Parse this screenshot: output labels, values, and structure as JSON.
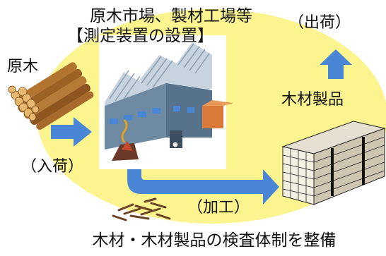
{
  "labels": {
    "title_line1": "原木市場、製材工場等",
    "title_line2": "【測定装置の設置】",
    "shipping": "（出荷）",
    "logs": "原木",
    "products": "木材製品",
    "arrival": "（入荷）",
    "processing": "（加工）",
    "bottom_caption": "木材・木材製品の検査体制を整備"
  },
  "icons": {
    "logs_pile": "log-pile-icon",
    "factory": "factory-building-icon",
    "lumber_stack": "lumber-stack-icon",
    "wood_chips": "wood-chips-icon"
  },
  "colors": {
    "ellipse_fill": "#fbf48f",
    "arrow_blue": "#4a86d6",
    "log_brown": "#a86a2c",
    "factory_roof": "#8c9fb2",
    "factory_wall": "#6e8aa3"
  }
}
